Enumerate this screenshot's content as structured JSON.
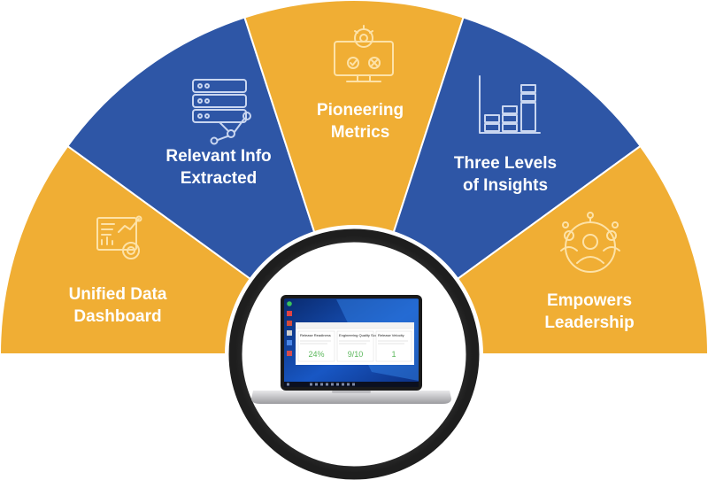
{
  "colors": {
    "gold": "#F0AE34",
    "blue": "#2E56A6",
    "ring": "#2c2c2c",
    "icon_gold": "#FDE2A7",
    "icon_blue": "#C9D6F0",
    "positive": "#5CB85C"
  },
  "segments": [
    {
      "line1": "Unified Data",
      "line2": "Dashboard",
      "color": "gold",
      "icon": "dashboard-chart-icon"
    },
    {
      "line1": "Relevant Info",
      "line2": "Extracted",
      "color": "blue",
      "icon": "database-network-icon"
    },
    {
      "line1": "Pioneering",
      "line2": "Metrics",
      "color": "gold",
      "icon": "gear-monitor-icon"
    },
    {
      "line1": "Three Levels",
      "line2": "of Insights",
      "color": "blue",
      "icon": "bar-levels-icon"
    },
    {
      "line1": "Empowers",
      "line2": "Leadership",
      "color": "gold",
      "icon": "leader-team-icon"
    }
  ],
  "laptop": {
    "cards": [
      {
        "title": "Release Readiness",
        "value": "24%"
      },
      {
        "title": "Engineering Quality Score",
        "value": "9/10"
      },
      {
        "title": "Release Velocity",
        "value": "1"
      }
    ]
  }
}
